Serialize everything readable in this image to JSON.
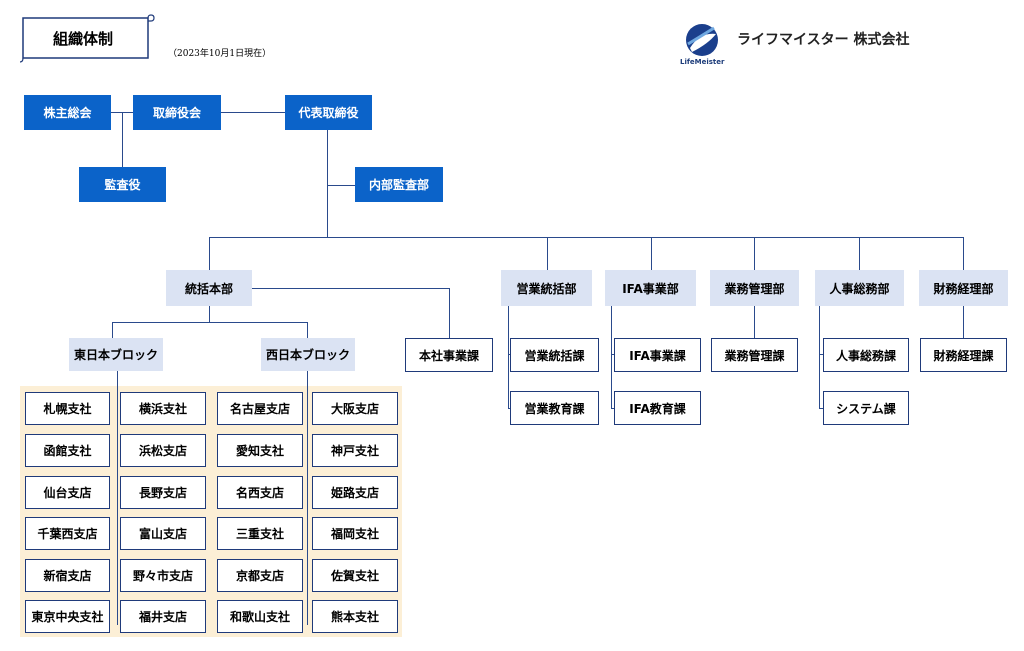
{
  "header": {
    "title": "組織体制",
    "date": "（2023年10月1日現在）",
    "company": "ライフマイスター 株式会社",
    "logo_text": "LifeMeister",
    "logo_icon": "lifemeister-logo-icon"
  },
  "colors": {
    "executive_box": "#0b63c9",
    "department_box": "#dbe3f3",
    "section_border": "#1f3a7a",
    "branch_panel": "#fcefd6",
    "connector_line": "#2a4a8c"
  },
  "executive": {
    "shareholders": "株主総会",
    "board": "取締役会",
    "ceo": "代表取締役",
    "auditor": "監査役",
    "internal_audit": "内部監査部"
  },
  "departments": {
    "general_hq": "統括本部",
    "sales_general": "営業統括部",
    "ifa": "IFA事業部",
    "operations": "業務管理部",
    "hr_general": "人事総務部",
    "finance": "財務経理部"
  },
  "blocks": {
    "east": "東日本ブロック",
    "west": "西日本ブロック"
  },
  "sections": {
    "hq_business": "本社事業課",
    "sales_general": "営業統括課",
    "sales_education": "営業教育課",
    "ifa_business": "IFA事業課",
    "ifa_education": "IFA教育課",
    "operations": "業務管理課",
    "hr_general": "人事総務課",
    "system": "システム課",
    "finance": "財務経理課"
  },
  "east_branches": {
    "col1": [
      "札幌支社",
      "函館支社",
      "仙台支店",
      "千葉西支店",
      "新宿支店",
      "東京中央支社"
    ],
    "col2": [
      "横浜支社",
      "浜松支店",
      "長野支店",
      "富山支店",
      "野々市支店",
      "福井支店"
    ]
  },
  "west_branches": {
    "col1": [
      "名古屋支店",
      "愛知支社",
      "名西支店",
      "三重支社",
      "京都支店",
      "和歌山支社"
    ],
    "col2": [
      "大阪支店",
      "神戸支社",
      "姫路支店",
      "福岡支社",
      "佐賀支社",
      "熊本支社"
    ]
  }
}
